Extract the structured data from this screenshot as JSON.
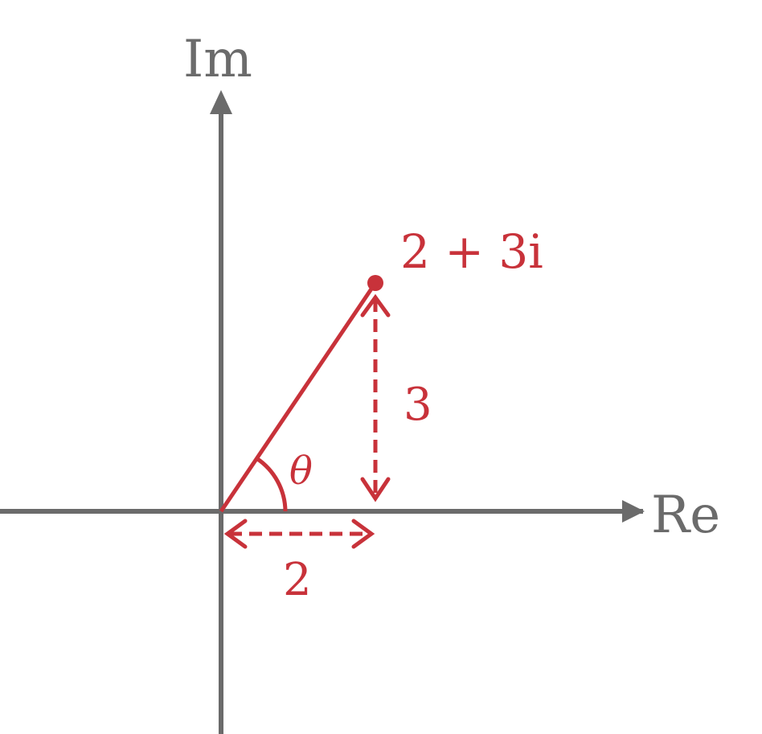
{
  "colors": {
    "axis": "#6b6b6b",
    "accent": "#c8323a"
  },
  "axes": {
    "x_label": "Re",
    "y_label": "Im"
  },
  "point": {
    "label": "2 + 3i",
    "re": 2,
    "im": 3
  },
  "dimensions": {
    "horizontal_label": "2",
    "vertical_label": "3"
  },
  "angle": {
    "label": "θ"
  }
}
